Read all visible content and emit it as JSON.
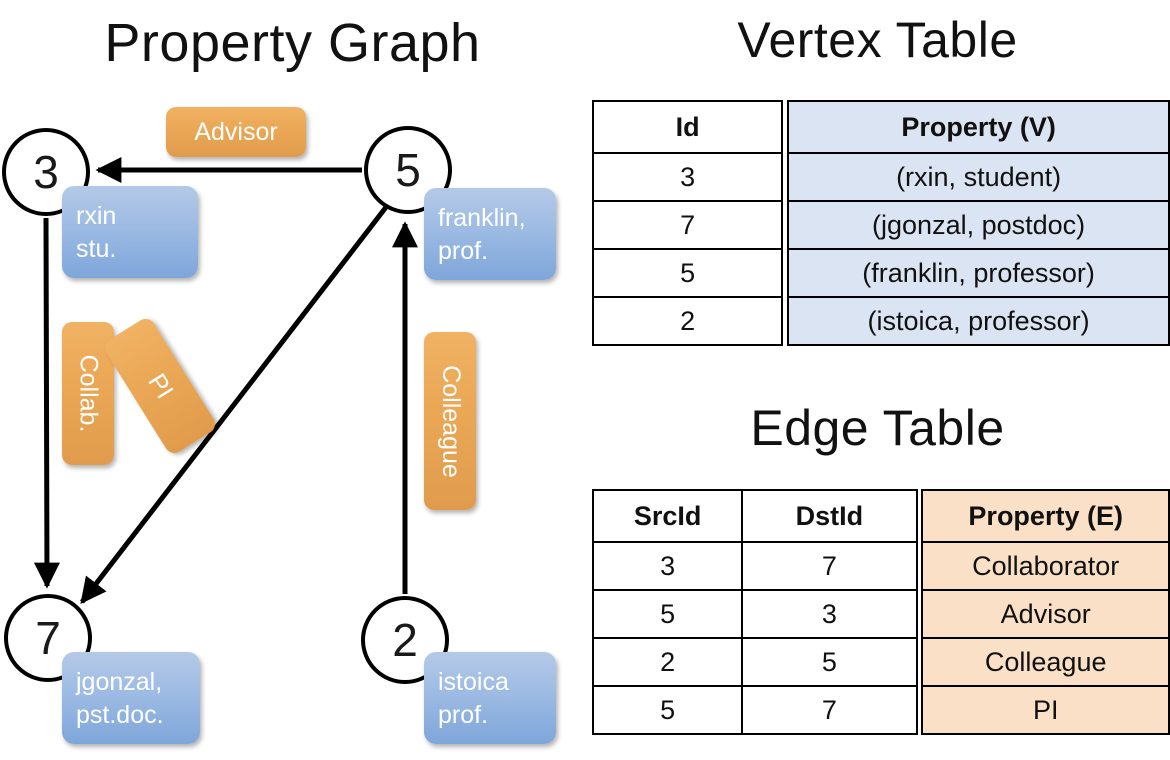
{
  "titles": {
    "property_graph": "Property Graph",
    "vertex_table": "Vertex Table",
    "edge_table": "Edge Table"
  },
  "graph": {
    "vertices": [
      {
        "id": "3",
        "label": "3",
        "property": "rxin\nstu."
      },
      {
        "id": "5",
        "label": "5",
        "property": "franklin,\nprof."
      },
      {
        "id": "7",
        "label": "7",
        "property": "jgonzal,\npst.doc."
      },
      {
        "id": "2",
        "label": "2",
        "property": "istoica\nprof."
      }
    ],
    "edge_labels": {
      "advisor": "Advisor",
      "collab": "Collab.",
      "pi": "PI",
      "colleague": "Colleague"
    },
    "edges": [
      {
        "from": "5",
        "to": "3",
        "label": "Advisor"
      },
      {
        "from": "3",
        "to": "7",
        "label": "Collab."
      },
      {
        "from": "5",
        "to": "7",
        "label": "PI"
      },
      {
        "from": "2",
        "to": "5",
        "label": "Colleague"
      }
    ]
  },
  "vertex_table": {
    "headers": [
      "Id",
      "Property (V)"
    ],
    "rows": [
      {
        "id": "3",
        "property": "(rxin, student)"
      },
      {
        "id": "7",
        "property": "(jgonzal, postdoc)"
      },
      {
        "id": "5",
        "property": "(franklin, professor)"
      },
      {
        "id": "2",
        "property": "(istoica, professor)"
      }
    ]
  },
  "edge_table": {
    "headers": [
      "SrcId",
      "DstId",
      "Property (E)"
    ],
    "rows": [
      {
        "src": "3",
        "dst": "7",
        "property": "Collaborator"
      },
      {
        "src": "5",
        "dst": "3",
        "property": "Advisor"
      },
      {
        "src": "2",
        "dst": "5",
        "property": "Colleague"
      },
      {
        "src": "5",
        "dst": "7",
        "property": "PI"
      }
    ]
  },
  "colors": {
    "vertex_prop_blue": "#9dbbe3",
    "edge_label_orange": "#eaa755",
    "table_blue_cell": "#dbe4f2",
    "table_orange_cell": "#fae0c7",
    "stroke": "#000000"
  }
}
